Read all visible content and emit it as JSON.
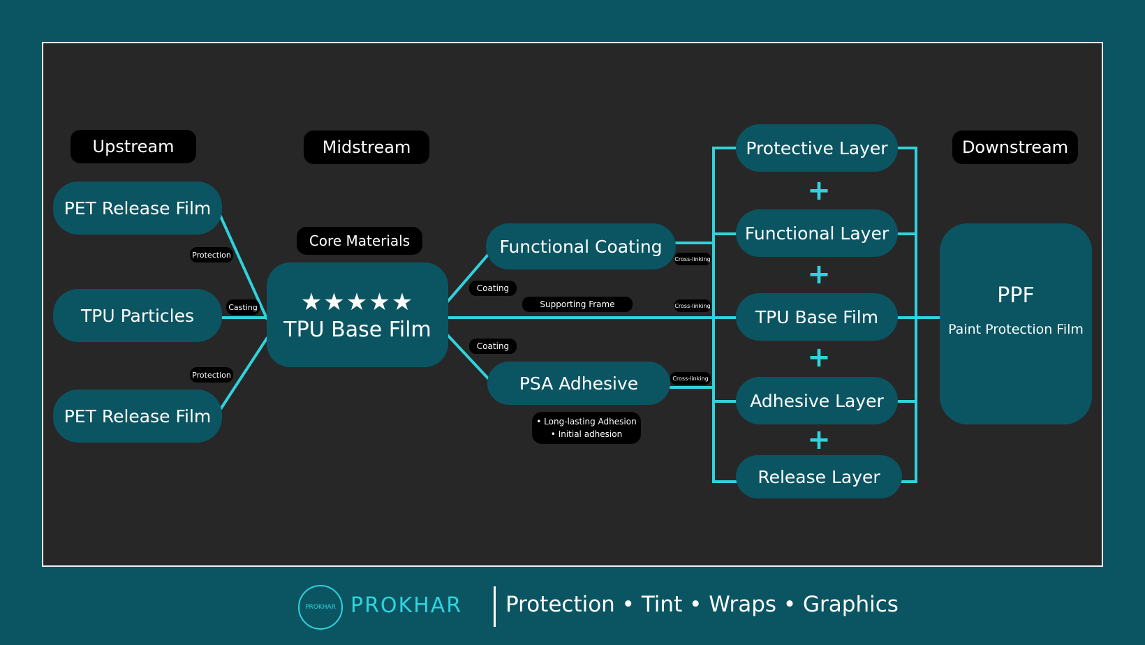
{
  "colors": {
    "background": "#0b5563",
    "panel": "#272728",
    "node": "#0b5563",
    "connector": "#2fd3dd",
    "label_bg": "#000000",
    "text": "#ffffff"
  },
  "headers": {
    "upstream": "Upstream",
    "midstream": "Midstream",
    "downstream": "Downstream"
  },
  "upstream": {
    "nodes": [
      "PET Release Film",
      "TPU Particles",
      "PET Release Film"
    ],
    "edge_labels": [
      "Protection",
      "Casting",
      "Protection"
    ]
  },
  "midstream": {
    "core_label": "Core Materials",
    "core_rating": "★★★★★",
    "core_title": "TPU Base Film",
    "functional_coating": "Functional Coating",
    "psa_adhesive": "PSA Adhesive",
    "edge_labels": {
      "coating_top": "Coating",
      "coating_bottom": "Coating",
      "supporting_frame": "Supporting Frame",
      "cross_linking_1": "Cross-linking",
      "cross_linking_2": "Cross-linking",
      "cross_linking_3": "Cross-linking"
    },
    "psa_notes": [
      "• Long-lasting Adhesion",
      "• Initial adhesion"
    ]
  },
  "layers": {
    "items": [
      "Protective Layer",
      "Functional Layer",
      "TPU Base Film",
      "Adhesive Layer",
      "Release Layer"
    ],
    "joiner": "+"
  },
  "downstream": {
    "title": "PPF",
    "subtitle": "Paint Protection Film"
  },
  "footer": {
    "logo_text": "PROKHAR",
    "brand": "PROKHAR",
    "tagline": "Protection • Tint • Wraps • Graphics"
  }
}
